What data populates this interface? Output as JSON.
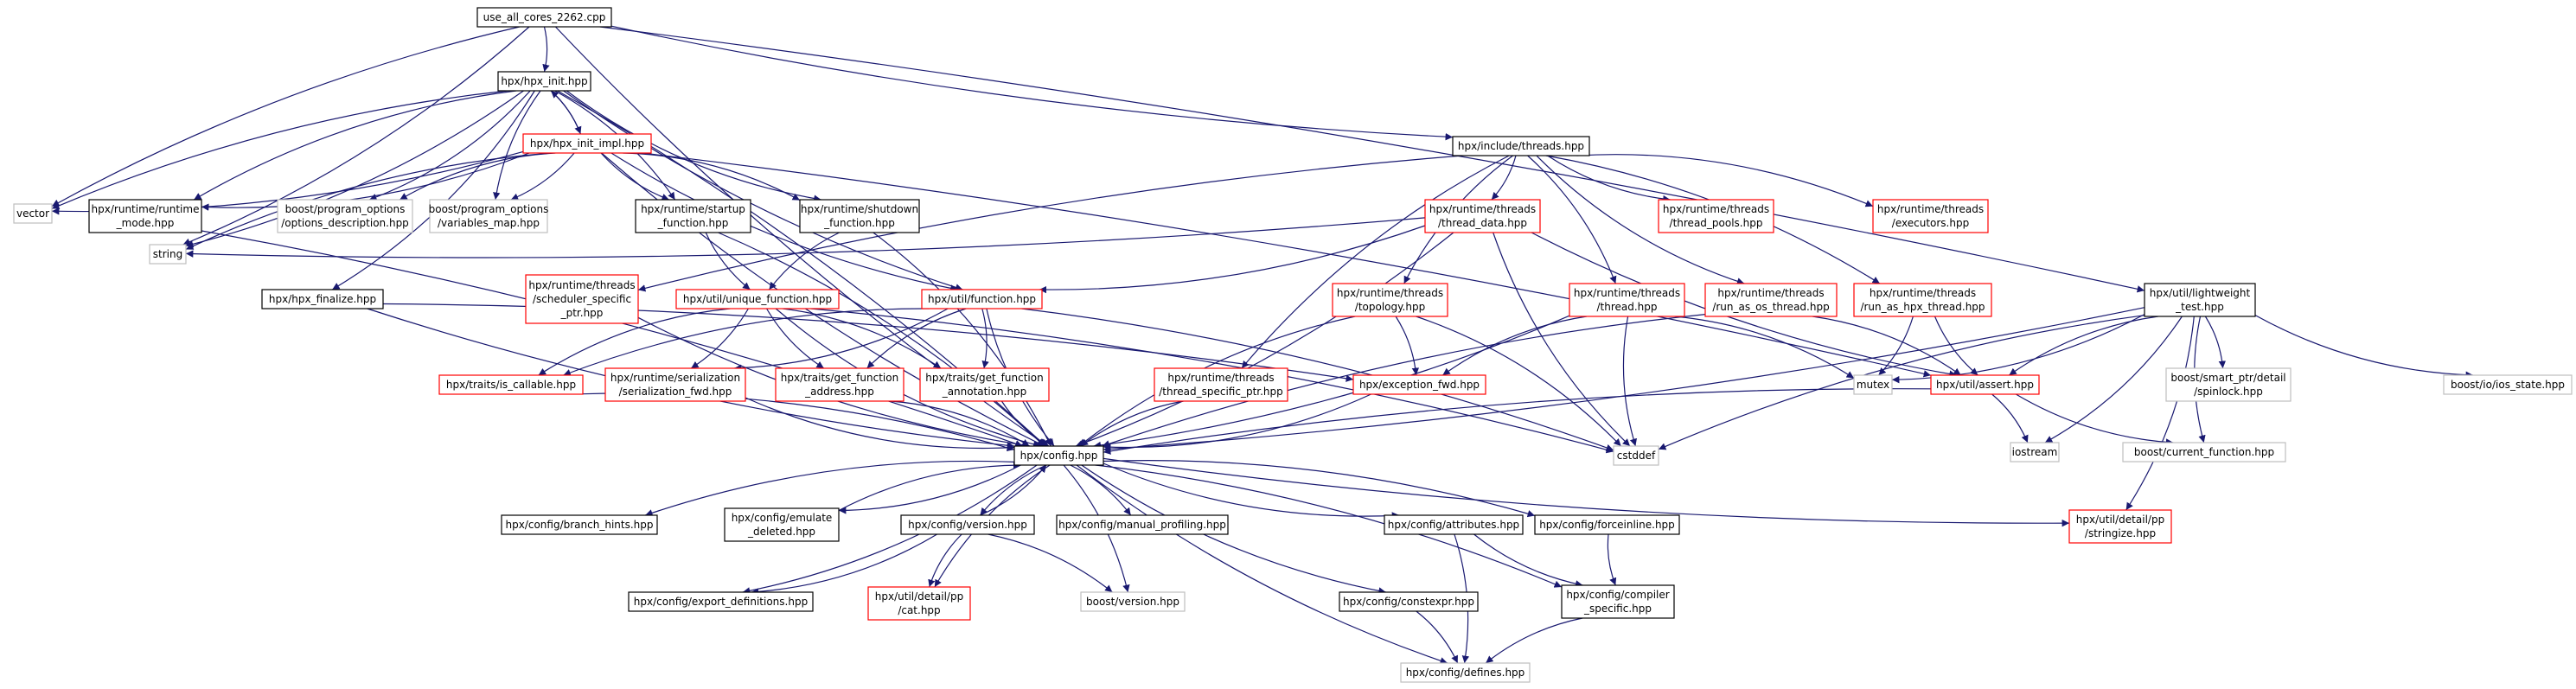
{
  "title": "use_all_cores_2262.cpp",
  "colors": {
    "edge": "#191970",
    "root_fill": "#bfbfbf",
    "documented_border": "#000000",
    "undocumented_border": "#ff0000",
    "external_border": "#bfbfbf"
  },
  "nodes": [
    {
      "id": "root",
      "lines": [
        "use_all_cores_2262.cpp"
      ],
      "kind": "root"
    },
    {
      "id": "hpx_init",
      "lines": [
        "hpx/hpx_init.hpp"
      ],
      "kind": "documented"
    },
    {
      "id": "vector",
      "lines": [
        "vector"
      ],
      "kind": "external"
    },
    {
      "id": "string",
      "lines": [
        "string"
      ],
      "kind": "external"
    },
    {
      "id": "include_threads",
      "lines": [
        "hpx/include/threads.hpp"
      ],
      "kind": "documented"
    },
    {
      "id": "lightweight_test",
      "lines": [
        "hpx/util/lightweight",
        "_test.hpp"
      ],
      "kind": "documented"
    },
    {
      "id": "hpx_init_impl",
      "lines": [
        "hpx/hpx_init_impl.hpp"
      ],
      "kind": "undocumented"
    },
    {
      "id": "runtime_mode",
      "lines": [
        "hpx/runtime/runtime",
        "_mode.hpp"
      ],
      "kind": "documented"
    },
    {
      "id": "options_description",
      "lines": [
        "boost/program_options",
        "/options_description.hpp"
      ],
      "kind": "external"
    },
    {
      "id": "variables_map",
      "lines": [
        "boost/program_options",
        "/variables_map.hpp"
      ],
      "kind": "external"
    },
    {
      "id": "startup_function",
      "lines": [
        "hpx/runtime/startup",
        "_function.hpp"
      ],
      "kind": "documented"
    },
    {
      "id": "shutdown_function",
      "lines": [
        "hpx/runtime/shutdown",
        "_function.hpp"
      ],
      "kind": "documented"
    },
    {
      "id": "hpx_finalize",
      "lines": [
        "hpx/hpx_finalize.hpp"
      ],
      "kind": "documented"
    },
    {
      "id": "scheduler_specific",
      "lines": [
        "hpx/runtime/threads",
        "/scheduler_specific",
        "_ptr.hpp"
      ],
      "kind": "undocumented"
    },
    {
      "id": "unique_function",
      "lines": [
        "hpx/util/unique_function.hpp"
      ],
      "kind": "undocumented"
    },
    {
      "id": "util_function",
      "lines": [
        "hpx/util/function.hpp"
      ],
      "kind": "undocumented"
    },
    {
      "id": "thread_data",
      "lines": [
        "hpx/runtime/threads",
        "/thread_data.hpp"
      ],
      "kind": "undocumented"
    },
    {
      "id": "thread_pools",
      "lines": [
        "hpx/runtime/threads",
        "/thread_pools.hpp"
      ],
      "kind": "undocumented"
    },
    {
      "id": "executors",
      "lines": [
        "hpx/runtime/threads",
        "/executors.hpp"
      ],
      "kind": "undocumented"
    },
    {
      "id": "topology",
      "lines": [
        "hpx/runtime/threads",
        "/topology.hpp"
      ],
      "kind": "undocumented"
    },
    {
      "id": "thread_hpp",
      "lines": [
        "hpx/runtime/threads",
        "/thread.hpp"
      ],
      "kind": "undocumented"
    },
    {
      "id": "run_as_os_thread",
      "lines": [
        "hpx/runtime/threads",
        "/run_as_os_thread.hpp"
      ],
      "kind": "undocumented"
    },
    {
      "id": "run_as_hpx_thread",
      "lines": [
        "hpx/runtime/threads",
        "/run_as_hpx_thread.hpp"
      ],
      "kind": "undocumented"
    },
    {
      "id": "is_callable",
      "lines": [
        "hpx/traits/is_callable.hpp"
      ],
      "kind": "undocumented"
    },
    {
      "id": "serialization_fwd",
      "lines": [
        "hpx/runtime/serialization",
        "/serialization_fwd.hpp"
      ],
      "kind": "undocumented"
    },
    {
      "id": "get_function_address",
      "lines": [
        "hpx/traits/get_function",
        "_address.hpp"
      ],
      "kind": "undocumented"
    },
    {
      "id": "get_function_annotation",
      "lines": [
        "hpx/traits/get_function",
        "_annotation.hpp"
      ],
      "kind": "undocumented"
    },
    {
      "id": "thread_specific_ptr",
      "lines": [
        "hpx/runtime/threads",
        "/thread_specific_ptr.hpp"
      ],
      "kind": "undocumented"
    },
    {
      "id": "exception_fwd",
      "lines": [
        "hpx/exception_fwd.hpp"
      ],
      "kind": "undocumented"
    },
    {
      "id": "mutex",
      "lines": [
        "mutex"
      ],
      "kind": "external"
    },
    {
      "id": "util_assert",
      "lines": [
        "hpx/util/assert.hpp"
      ],
      "kind": "undocumented"
    },
    {
      "id": "smart_ptr_spinlock",
      "lines": [
        "boost/smart_ptr/detail",
        "/spinlock.hpp"
      ],
      "kind": "external"
    },
    {
      "id": "ios_state",
      "lines": [
        "boost/io/ios_state.hpp"
      ],
      "kind": "external"
    },
    {
      "id": "config",
      "lines": [
        "hpx/config.hpp"
      ],
      "kind": "documented"
    },
    {
      "id": "cstddef",
      "lines": [
        "cstddef"
      ],
      "kind": "external"
    },
    {
      "id": "iostream",
      "lines": [
        "iostream"
      ],
      "kind": "external"
    },
    {
      "id": "current_function",
      "lines": [
        "boost/current_function.hpp"
      ],
      "kind": "external"
    },
    {
      "id": "branch_hints",
      "lines": [
        "hpx/config/branch_hints.hpp"
      ],
      "kind": "documented"
    },
    {
      "id": "emulate_deleted",
      "lines": [
        "hpx/config/emulate",
        "_deleted.hpp"
      ],
      "kind": "documented"
    },
    {
      "id": "config_version",
      "lines": [
        "hpx/config/version.hpp"
      ],
      "kind": "documented"
    },
    {
      "id": "manual_profiling",
      "lines": [
        "hpx/config/manual_profiling.hpp"
      ],
      "kind": "documented"
    },
    {
      "id": "attributes",
      "lines": [
        "hpx/config/attributes.hpp"
      ],
      "kind": "documented"
    },
    {
      "id": "forceinline",
      "lines": [
        "hpx/config/forceinline.hpp"
      ],
      "kind": "documented"
    },
    {
      "id": "stringize",
      "lines": [
        "hpx/util/detail/pp",
        "/stringize.hpp"
      ],
      "kind": "undocumented"
    },
    {
      "id": "export_definitions",
      "lines": [
        "hpx/config/export_definitions.hpp"
      ],
      "kind": "documented"
    },
    {
      "id": "pp_cat",
      "lines": [
        "hpx/util/detail/pp",
        "/cat.hpp"
      ],
      "kind": "undocumented"
    },
    {
      "id": "boost_version",
      "lines": [
        "boost/version.hpp"
      ],
      "kind": "external"
    },
    {
      "id": "constexpr",
      "lines": [
        "hpx/config/constexpr.hpp"
      ],
      "kind": "documented"
    },
    {
      "id": "compiler_specific",
      "lines": [
        "hpx/config/compiler",
        "_specific.hpp"
      ],
      "kind": "documented"
    },
    {
      "id": "config_defines",
      "lines": [
        "hpx/config/defines.hpp"
      ],
      "kind": "external"
    }
  ],
  "edges": [
    [
      "root",
      "hpx_init"
    ],
    [
      "root",
      "vector"
    ],
    [
      "root",
      "string"
    ],
    [
      "root",
      "include_threads"
    ],
    [
      "root",
      "lightweight_test"
    ],
    [
      "root",
      "config"
    ],
    [
      "hpx_init",
      "hpx_init_impl"
    ],
    [
      "hpx_init",
      "vector"
    ],
    [
      "hpx_init",
      "string"
    ],
    [
      "hpx_init",
      "runtime_mode"
    ],
    [
      "hpx_init",
      "options_description"
    ],
    [
      "hpx_init",
      "variables_map"
    ],
    [
      "hpx_init",
      "startup_function"
    ],
    [
      "hpx_init",
      "shutdown_function"
    ],
    [
      "hpx_init",
      "hpx_finalize"
    ],
    [
      "hpx_init",
      "util_function"
    ],
    [
      "hpx_init",
      "config"
    ],
    [
      "hpx_init_impl",
      "hpx_init"
    ],
    [
      "hpx_init_impl",
      "vector"
    ],
    [
      "hpx_init_impl",
      "string"
    ],
    [
      "hpx_init_impl",
      "runtime_mode"
    ],
    [
      "hpx_init_impl",
      "options_description"
    ],
    [
      "hpx_init_impl",
      "variables_map"
    ],
    [
      "hpx_init_impl",
      "startup_function"
    ],
    [
      "hpx_init_impl",
      "shutdown_function"
    ],
    [
      "hpx_init_impl",
      "util_function"
    ],
    [
      "hpx_init_impl",
      "util_assert"
    ],
    [
      "hpx_init_impl",
      "config"
    ],
    [
      "runtime_mode",
      "config"
    ],
    [
      "startup_function",
      "unique_function"
    ],
    [
      "startup_function",
      "config"
    ],
    [
      "shutdown_function",
      "unique_function"
    ],
    [
      "shutdown_function",
      "config"
    ],
    [
      "hpx_finalize",
      "config"
    ],
    [
      "hpx_finalize",
      "exception_fwd"
    ],
    [
      "unique_function",
      "is_callable"
    ],
    [
      "unique_function",
      "serialization_fwd"
    ],
    [
      "unique_function",
      "get_function_address"
    ],
    [
      "unique_function",
      "get_function_annotation"
    ],
    [
      "unique_function",
      "config"
    ],
    [
      "unique_function",
      "cstddef"
    ],
    [
      "util_function",
      "is_callable"
    ],
    [
      "util_function",
      "serialization_fwd"
    ],
    [
      "util_function",
      "get_function_address"
    ],
    [
      "util_function",
      "get_function_annotation"
    ],
    [
      "util_function",
      "config"
    ],
    [
      "util_function",
      "cstddef"
    ],
    [
      "include_threads",
      "scheduler_specific"
    ],
    [
      "include_threads",
      "thread_data"
    ],
    [
      "include_threads",
      "thread_pools"
    ],
    [
      "include_threads",
      "executors"
    ],
    [
      "include_threads",
      "topology"
    ],
    [
      "include_threads",
      "thread_hpp"
    ],
    [
      "include_threads",
      "run_as_os_thread"
    ],
    [
      "include_threads",
      "run_as_hpx_thread"
    ],
    [
      "include_threads",
      "thread_specific_ptr"
    ],
    [
      "thread_data",
      "util_function"
    ],
    [
      "thread_data",
      "util_assert"
    ],
    [
      "thread_data",
      "config"
    ],
    [
      "thread_data",
      "cstddef"
    ],
    [
      "thread_data",
      "string"
    ],
    [
      "scheduler_specific",
      "config"
    ],
    [
      "topology",
      "exception_fwd"
    ],
    [
      "topology",
      "config"
    ],
    [
      "topology",
      "cstddef"
    ],
    [
      "thread_hpp",
      "exception_fwd"
    ],
    [
      "thread_hpp",
      "config"
    ],
    [
      "thread_hpp",
      "cstddef"
    ],
    [
      "thread_hpp",
      "mutex"
    ],
    [
      "run_as_os_thread",
      "config"
    ],
    [
      "run_as_os_thread",
      "util_assert"
    ],
    [
      "run_as_hpx_thread",
      "util_assert"
    ],
    [
      "run_as_hpx_thread",
      "mutex"
    ],
    [
      "thread_specific_ptr",
      "config"
    ],
    [
      "is_callable",
      "config"
    ],
    [
      "serialization_fwd",
      "config"
    ],
    [
      "get_function_address",
      "config"
    ],
    [
      "get_function_annotation",
      "config"
    ],
    [
      "exception_fwd",
      "config"
    ],
    [
      "util_assert",
      "config"
    ],
    [
      "util_assert",
      "iostream"
    ],
    [
      "util_assert",
      "current_function"
    ],
    [
      "lightweight_test",
      "config"
    ],
    [
      "lightweight_test",
      "util_assert"
    ],
    [
      "lightweight_test",
      "mutex"
    ],
    [
      "lightweight_test",
      "cstddef"
    ],
    [
      "lightweight_test",
      "smart_ptr_spinlock"
    ],
    [
      "lightweight_test",
      "ios_state"
    ],
    [
      "lightweight_test",
      "iostream"
    ],
    [
      "lightweight_test",
      "current_function"
    ],
    [
      "lightweight_test",
      "stringize"
    ],
    [
      "config",
      "branch_hints"
    ],
    [
      "config",
      "emulate_deleted"
    ],
    [
      "config",
      "config_version"
    ],
    [
      "config",
      "manual_profiling"
    ],
    [
      "config",
      "attributes"
    ],
    [
      "config",
      "forceinline"
    ],
    [
      "config",
      "stringize"
    ],
    [
      "config",
      "export_definitions"
    ],
    [
      "config",
      "pp_cat"
    ],
    [
      "config",
      "boost_version"
    ],
    [
      "config",
      "constexpr"
    ],
    [
      "config",
      "compiler_specific"
    ],
    [
      "config",
      "config_defines"
    ],
    [
      "emulate_deleted",
      "config"
    ],
    [
      "config_version",
      "config"
    ],
    [
      "config_version",
      "export_definitions"
    ],
    [
      "config_version",
      "pp_cat"
    ],
    [
      "config_version",
      "boost_version"
    ],
    [
      "attributes",
      "compiler_specific"
    ],
    [
      "attributes",
      "config_defines"
    ],
    [
      "forceinline",
      "compiler_specific"
    ],
    [
      "constexpr",
      "config_defines"
    ],
    [
      "compiler_specific",
      "config_defines"
    ]
  ]
}
